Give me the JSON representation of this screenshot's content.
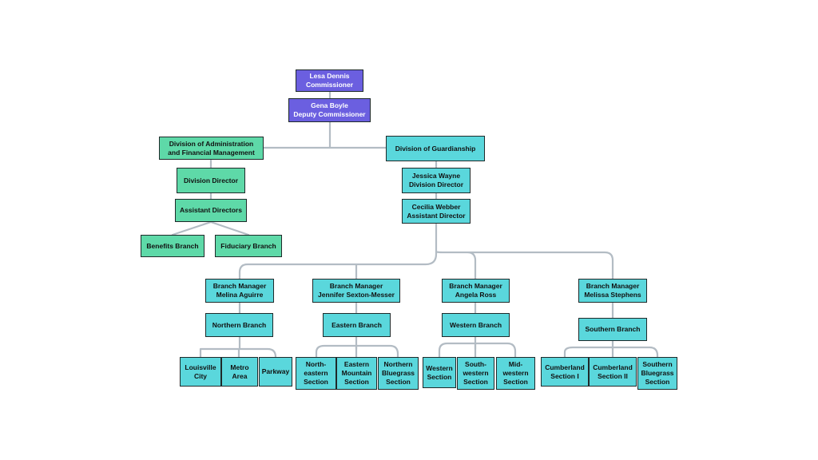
{
  "colors": {
    "executive": "#6b5fe0",
    "administration": "#5ed9a8",
    "guardianship": "#5ad7dc",
    "connector": "#b3bcc4"
  },
  "executive": {
    "commissioner": "Lesa Dennis\nCommissioner",
    "deputy": "Gena Boyle\nDeputy Commissioner"
  },
  "administration": {
    "title": "Division of Administration\nand Financial Management",
    "director": "Division Director",
    "assistant": "Assistant Directors",
    "branches": [
      "Benefits Branch",
      "Fiduciary Branch"
    ]
  },
  "guardianship": {
    "title": "Division of Guardianship",
    "director": "Jessica Wayne\nDivision Director",
    "assistant": "Cecilia Webber\nAssistant Director",
    "regions": [
      {
        "manager": "Branch Manager\nMelina Aguirre",
        "branch": "Northern Branch",
        "sections": [
          "Louisville\nCity",
          "Metro\nArea",
          "Parkway"
        ]
      },
      {
        "manager": "Branch Manager\nJennifer Sexton-Messer",
        "branch": "Eastern Branch",
        "sections": [
          "North-\neastern\nSection",
          "Eastern\nMountain\nSection",
          "Northern\nBluegrass\nSection"
        ]
      },
      {
        "manager": "Branch Manager\nAngela Ross",
        "branch": "Western Branch",
        "sections": [
          "Western\nSection",
          "South-\nwestern\nSection",
          "Mid-\nwestern\nSection"
        ]
      },
      {
        "manager": "Branch Manager\nMelissa Stephens",
        "branch": "Southern Branch",
        "sections": [
          "Cumberland\nSection I",
          "Cumberland\nSection II",
          "Southern\nBluegrass\nSection"
        ]
      }
    ]
  }
}
